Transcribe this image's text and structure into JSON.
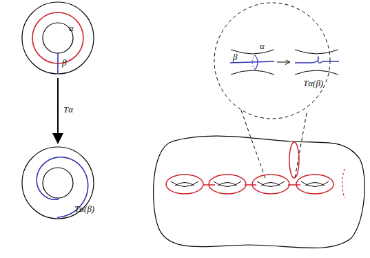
{
  "diagram": {
    "labels": [
      "α",
      "β",
      "Tα",
      "Tα(β)",
      "α",
      "β",
      "Tα(β)"
    ]
  }
}
